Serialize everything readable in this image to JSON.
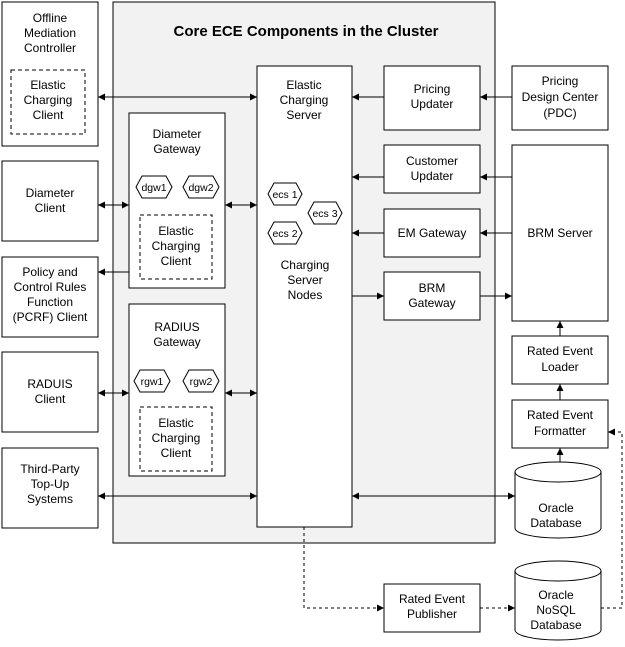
{
  "diagram": {
    "title": "Core ECE Components in the Cluster",
    "offline_mediation": [
      "Offline",
      "Mediation",
      "Controller"
    ],
    "elastic_charging_client": [
      "Elastic",
      "Charging",
      "Client"
    ],
    "diameter_client": [
      "Diameter",
      "Client"
    ],
    "pcrf_client": [
      "Policy and",
      "Control Rules",
      "Function",
      "(PCRF) Client"
    ],
    "radius_client": [
      "RADUIS",
      "Client"
    ],
    "third_party": [
      "Third-Party",
      "Top-Up",
      "Systems"
    ],
    "diameter_gateway": [
      "Diameter",
      "Gateway"
    ],
    "radius_gateway": [
      "RADIUS",
      "Gateway"
    ],
    "dgw1": "dgw1",
    "dgw2": "dgw2",
    "rgw1": "rgw1",
    "rgw2": "rgw2",
    "ecs_server": [
      "Elastic",
      "Charging",
      "Server"
    ],
    "ecs1": "ecs 1",
    "ecs2": "ecs 2",
    "ecs3": "ecs 3",
    "charging_nodes": [
      "Charging",
      "Server",
      "Nodes"
    ],
    "pricing_updater": [
      "Pricing",
      "Updater"
    ],
    "customer_updater": [
      "Customer",
      "Updater"
    ],
    "em_gateway": "EM Gateway",
    "brm_gateway": [
      "BRM",
      "Gateway"
    ],
    "pdc": [
      "Pricing",
      "Design Center",
      "(PDC)"
    ],
    "brm_server": "BRM Server",
    "rated_event_loader": [
      "Rated Event",
      "Loader"
    ],
    "rated_event_formatter": [
      "Rated Event",
      "Formatter"
    ],
    "oracle_database": [
      "Oracle",
      "Database"
    ],
    "rated_event_publisher": [
      "Rated Event",
      "Publisher"
    ],
    "oracle_nosql": [
      "Oracle",
      "NoSQL",
      "Database"
    ]
  }
}
